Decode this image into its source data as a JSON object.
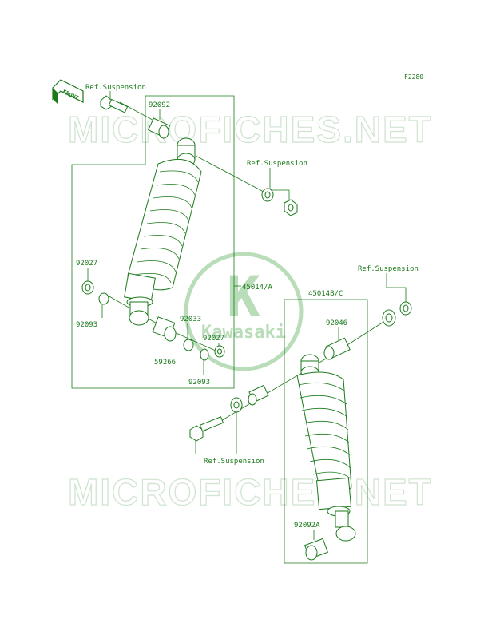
{
  "figure_code": "F2280",
  "front_arrow_label": "FRONT",
  "watermark_text": "MICROFICHES.NET",
  "logo": {
    "letter": "K",
    "brand": "Kawasaki"
  },
  "colors": {
    "line": "#1a7a1a",
    "watermark": "#cfe3cf",
    "logo": "#b9dcb9"
  },
  "labels": {
    "ref_top": "Ref.Suspension",
    "ref_mid": "Ref.Suspension",
    "ref_right": "Ref.Suspension",
    "ref_bottom": "Ref.Suspension",
    "p92092": "92092",
    "p92027_left": "92027",
    "p92093_left": "92093",
    "p92033": "92033",
    "p92027_mid": "92027",
    "p59266": "59266",
    "p92093_mid": "92093",
    "p45014A": "45014/A",
    "p45014BC": "45014B/C",
    "p92046": "92046",
    "p92092A": "92092A"
  }
}
